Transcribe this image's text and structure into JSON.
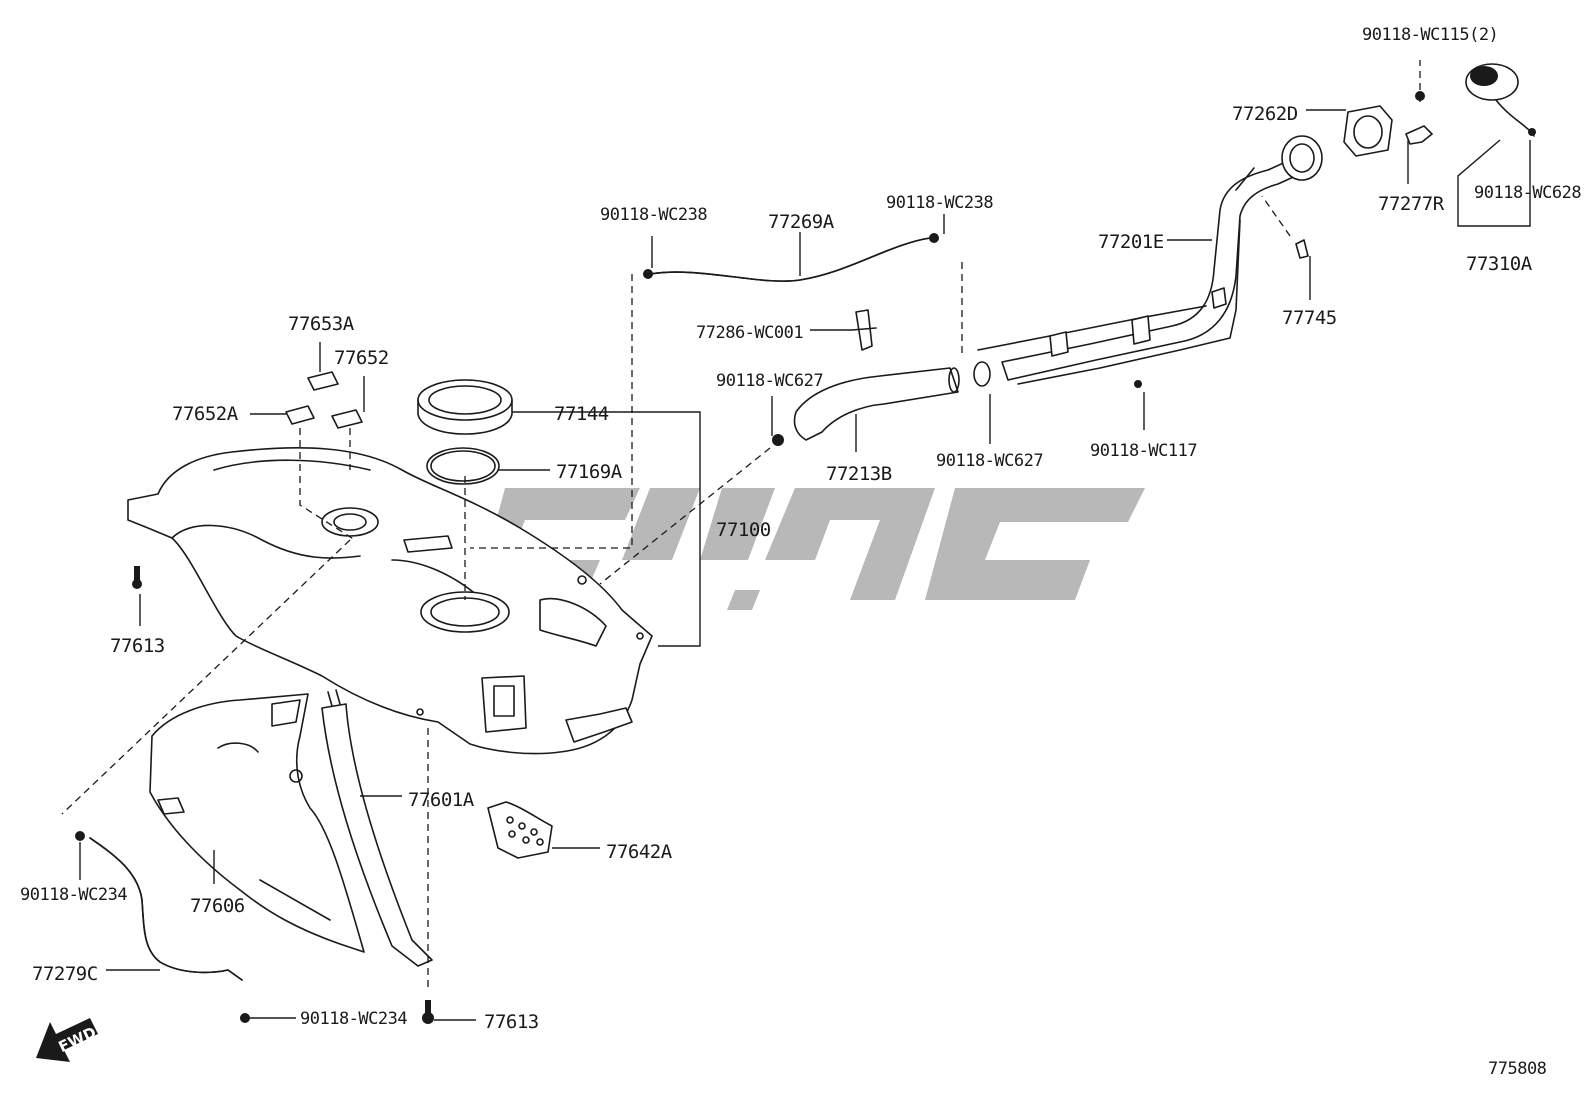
{
  "diagram": {
    "figure_id": "775808",
    "fwd_label": "FWD",
    "watermark_text": "",
    "colors": {
      "line": "#1a1a1a",
      "background": "#ffffff",
      "watermark": "#8c8c8c"
    },
    "labels": {
      "p90118_wc115_2": "90118-WC115(2)",
      "p77262D": "77262D",
      "p77277R": "77277R",
      "p90118_wc628": "90118-WC628",
      "p77310A": "77310A",
      "p77201E": "77201E",
      "p77745": "77745",
      "p90118_wc238_left": "90118-WC238",
      "p77269A": "77269A",
      "p90118_wc238_right": "90118-WC238",
      "p77286_wc001": "77286-WC001",
      "p90118_wc627_left": "90118-WC627",
      "p77213B": "77213B",
      "p90118_wc627_right": "90118-WC627",
      "p90118_wc117": "90118-WC117",
      "p77653A": "77653A",
      "p77652": "77652",
      "p77652A": "77652A",
      "p77144": "77144",
      "p77169A": "77169A",
      "p77100": "77100",
      "p77613_left": "77613",
      "p77601A": "77601A",
      "p77642A": "77642A",
      "p90118_wc234_left": "90118-WC234",
      "p77606": "77606",
      "p77279C": "77279C",
      "p90118_wc234_bottom": "90118-WC234",
      "p77613_bottom": "77613"
    }
  }
}
